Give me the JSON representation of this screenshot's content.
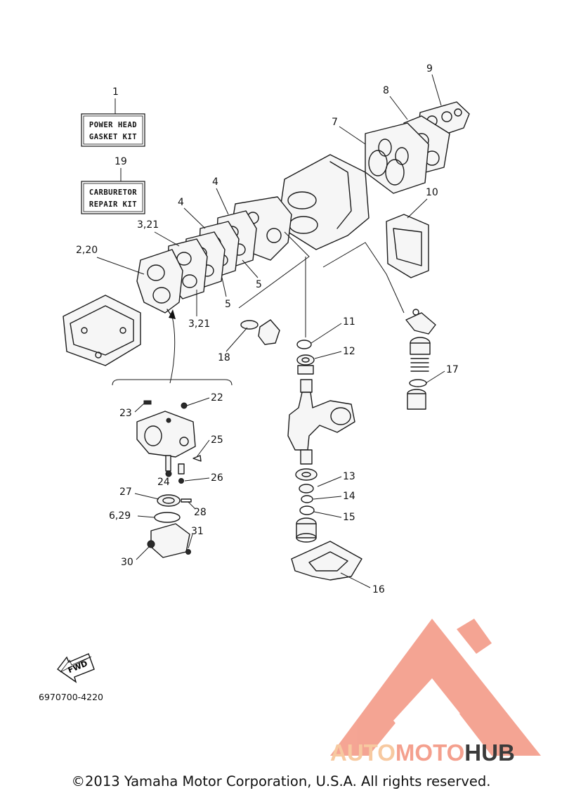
{
  "kits": {
    "power_head": {
      "number": "1",
      "line1": "POWER HEAD",
      "line2": "GASKET KIT"
    },
    "carburetor": {
      "number": "19",
      "line1": "CARBURETOR",
      "line2": "REPAIR KIT"
    }
  },
  "callouts": {
    "c2_20": "2,20",
    "c3_21_top": "3,21",
    "c3_21_bottom": "3,21",
    "c4_a": "4",
    "c4_b": "4",
    "c5_a": "5",
    "c5_b": "5",
    "c6_29": "6,29",
    "c7": "7",
    "c8": "8",
    "c9": "9",
    "c10": "10",
    "c11": "11",
    "c12": "12",
    "c13": "13",
    "c14": "14",
    "c15": "15",
    "c16": "16",
    "c17": "17",
    "c18": "18",
    "c22": "22",
    "c23": "23",
    "c24": "24",
    "c25": "25",
    "c26": "26",
    "c27": "27",
    "c28": "28",
    "c30": "30",
    "c31": "31"
  },
  "fwd_label": "FWD",
  "part_code": "6970700-4220",
  "watermark": {
    "part1": "AUTO",
    "part2": "MOTO",
    "part3": "HUB",
    "color_primary": "#f4a08e",
    "color_accent": "#f7c9a0",
    "color_dark": "#3b3b3b"
  },
  "copyright": "©2013 Yamaha Motor Corporation, U.S.A. All rights reserved."
}
